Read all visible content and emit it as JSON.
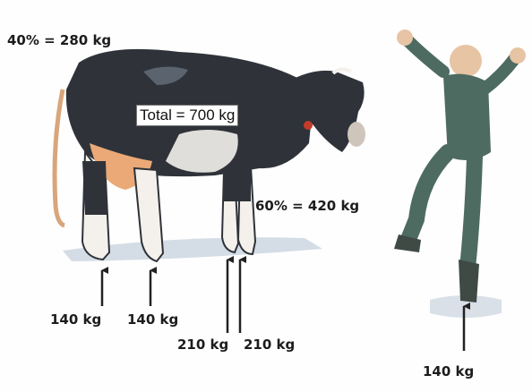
{
  "labels": {
    "hind_share": "40% = 280 kg",
    "total": "Total = 700 kg",
    "front_share": "60% = 420 kg",
    "hoof_1": "140 kg",
    "hoof_2": "140 kg",
    "hoof_3": "210 kg",
    "hoof_4": "210 kg",
    "human_foot": "140 kg"
  },
  "colors": {
    "arrow": "#222222",
    "cow_body": "#2f3339",
    "cow_white": "#f4f1ec",
    "udder": "#eaa977",
    "human_suit": "#4d6b61",
    "skin": "#e7c4a4",
    "ground": "#c9d3de"
  }
}
